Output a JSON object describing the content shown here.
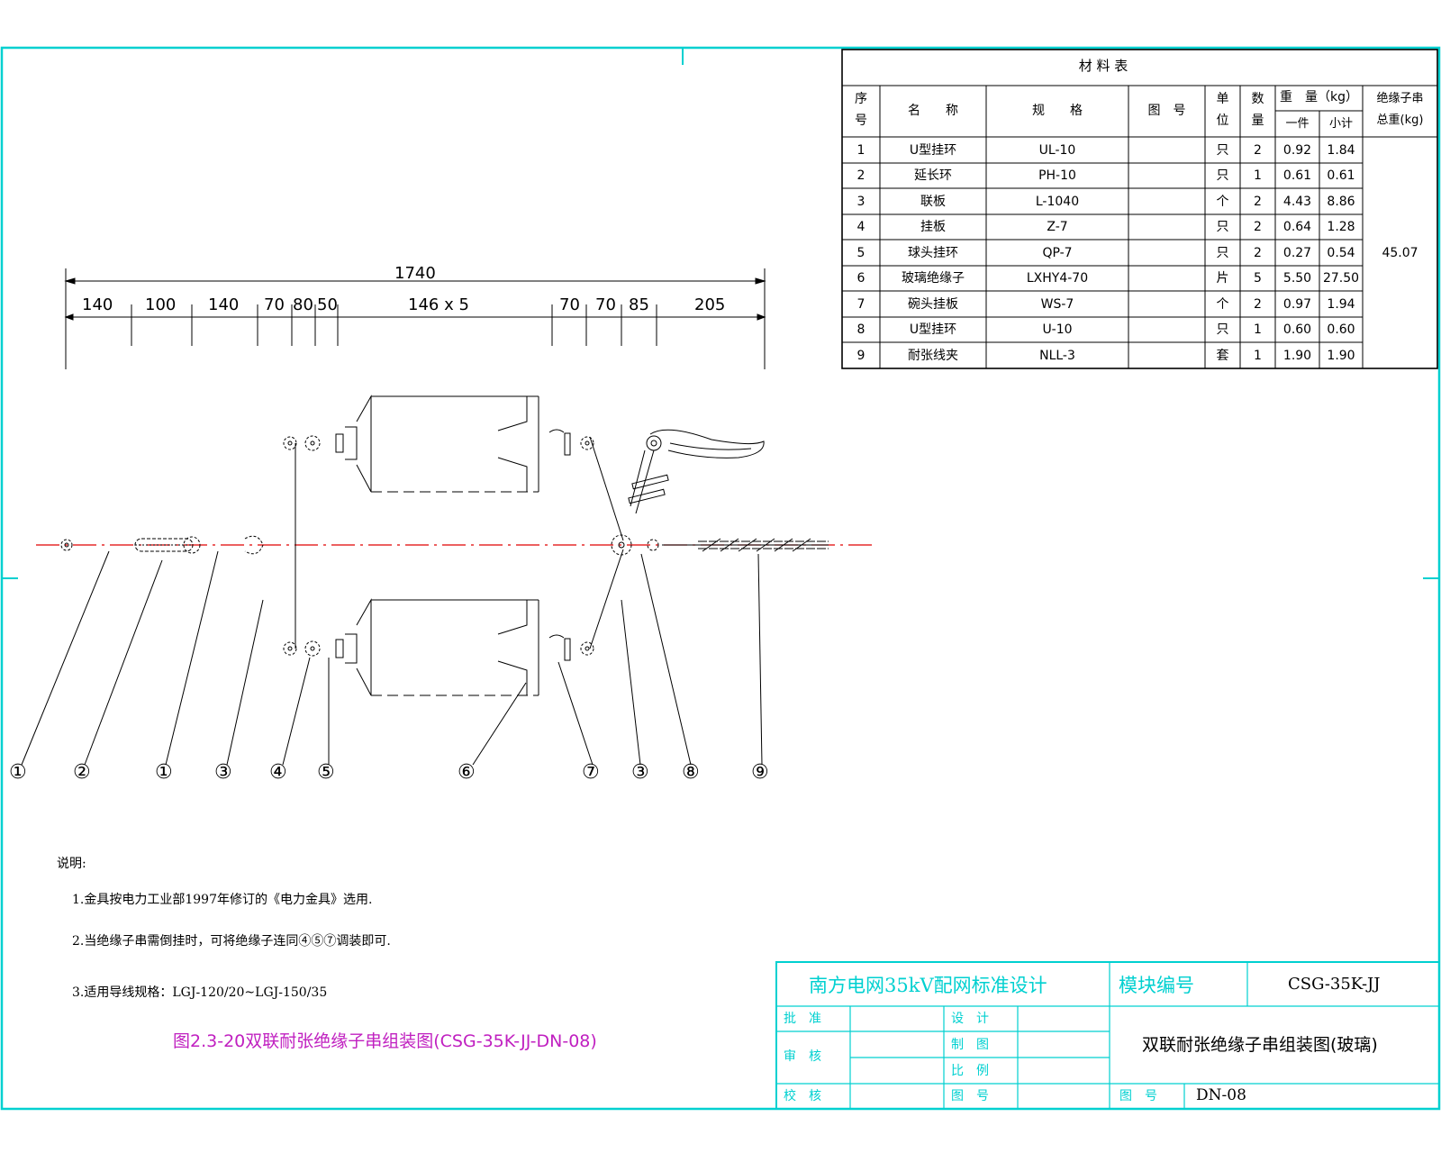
{
  "dimensions": {
    "total": "1740",
    "segments": [
      "140",
      "100",
      "140",
      "70",
      "80",
      "50",
      "146 x 5",
      "70",
      "70",
      "85",
      "205"
    ]
  },
  "callouts": [
    "①",
    "②",
    "①",
    "③",
    "④",
    "⑤",
    "⑥",
    "⑦",
    "③",
    "⑧",
    "⑨"
  ],
  "material_table": {
    "title": "材 料 表",
    "headers": {
      "no": [
        "序",
        "号"
      ],
      "name": "名　　称",
      "spec": "规　　格",
      "drawing_no": "图　号",
      "unit": [
        "单",
        "位"
      ],
      "qty": [
        "数",
        "量"
      ],
      "weight": "重　量（kg）",
      "weight_each": "一件",
      "weight_subtotal": "小计",
      "total": [
        "绝缘子串",
        "总重(kg)"
      ]
    },
    "rows": [
      {
        "no": "1",
        "name": "U型挂环",
        "spec": "UL-10",
        "unit": "只",
        "qty": "2",
        "each": "0.92",
        "sub": "1.84"
      },
      {
        "no": "2",
        "name": "延长环",
        "spec": "PH-10",
        "unit": "只",
        "qty": "1",
        "each": "0.61",
        "sub": "0.61"
      },
      {
        "no": "3",
        "name": "联板",
        "spec": "L-1040",
        "unit": "个",
        "qty": "2",
        "each": "4.43",
        "sub": "8.86"
      },
      {
        "no": "4",
        "name": "挂板",
        "spec": "Z-7",
        "unit": "只",
        "qty": "2",
        "each": "0.64",
        "sub": "1.28"
      },
      {
        "no": "5",
        "name": "球头挂环",
        "spec": "QP-7",
        "unit": "只",
        "qty": "2",
        "each": "0.27",
        "sub": "0.54"
      },
      {
        "no": "6",
        "name": "玻璃绝缘子",
        "spec": "LXHY4-70",
        "unit": "片",
        "qty": "5",
        "each": "5.50",
        "sub": "27.50"
      },
      {
        "no": "7",
        "name": "碗头挂板",
        "spec": "WS-7",
        "unit": "个",
        "qty": "2",
        "each": "0.97",
        "sub": "1.94"
      },
      {
        "no": "8",
        "name": "U型挂环",
        "spec": "U-10",
        "unit": "只",
        "qty": "1",
        "each": "0.60",
        "sub": "0.60"
      },
      {
        "no": "9",
        "name": "耐张线夹",
        "spec": "NLL-3",
        "unit": "套",
        "qty": "1",
        "each": "1.90",
        "sub": "1.90"
      }
    ],
    "total_weight": "45.07"
  },
  "notes": {
    "heading": "说明:",
    "items": [
      "1.金具按电力工业部1997年修订的《电力金具》选用.",
      "2.当绝缘子串需倒挂时，可将绝缘子连同④⑤⑦调装即可.",
      "3.适用导线规格：LGJ-120/20~LGJ-150/35"
    ]
  },
  "figure_caption": "图2.3-20双联耐张绝缘子串组装图(CSG-35K-JJ-DN-08)",
  "title_block": {
    "project": "南方电网35kV配网标准设计",
    "module_label": "模块编号",
    "module_code": "CSG-35K-JJ",
    "labels": [
      "批　准",
      "审　核",
      "校　核",
      "设　计",
      "制　图",
      "比　例",
      "图　号"
    ],
    "drawing_title": "双联耐张绝缘子串组装图(玻璃)",
    "drawing_no_label": "图　号",
    "drawing_no": "DN-08"
  },
  "colors": {
    "frame": "#00d0d0",
    "centerline": "#e00000",
    "caption": "#c020c0"
  }
}
